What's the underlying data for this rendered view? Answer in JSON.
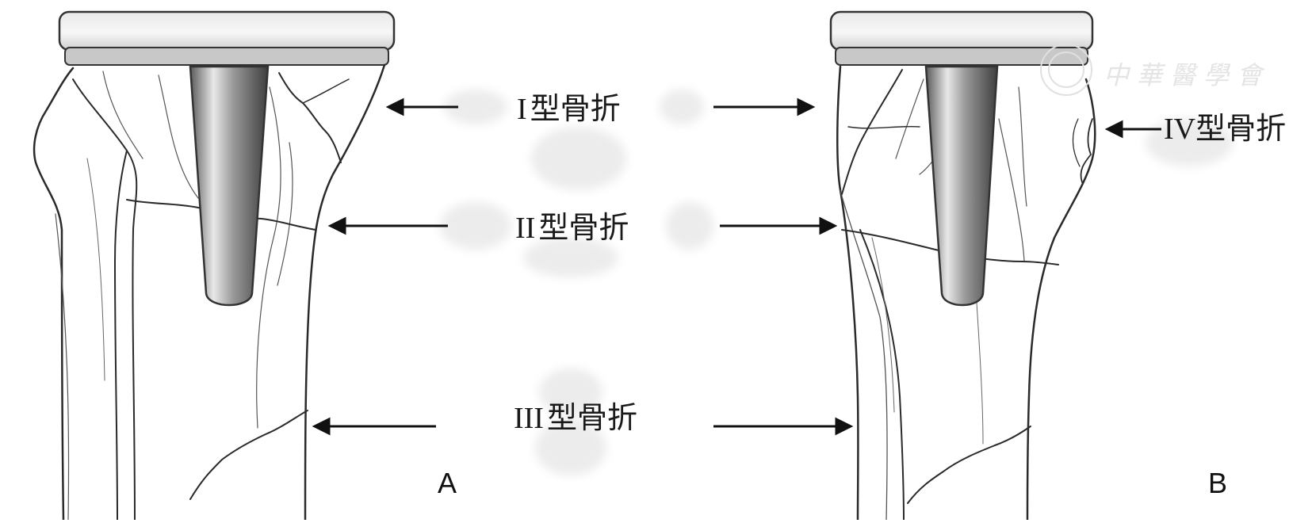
{
  "labels": {
    "type1": {
      "numeral": "I",
      "text": "型骨折"
    },
    "type2": {
      "numeral": "II",
      "text": "型骨折"
    },
    "type3": {
      "numeral": "III",
      "text": "型骨折"
    },
    "type4": {
      "numeral": "IV",
      "text": "型骨折"
    }
  },
  "panels": {
    "left": "A",
    "right": "B"
  },
  "watermark": {
    "text": "中華醫學會"
  },
  "colors": {
    "line": "#2a2a2a",
    "implant_light": "#f2f2f2",
    "implant_dark": "#6a6a6a",
    "smudge": "#ececec"
  }
}
